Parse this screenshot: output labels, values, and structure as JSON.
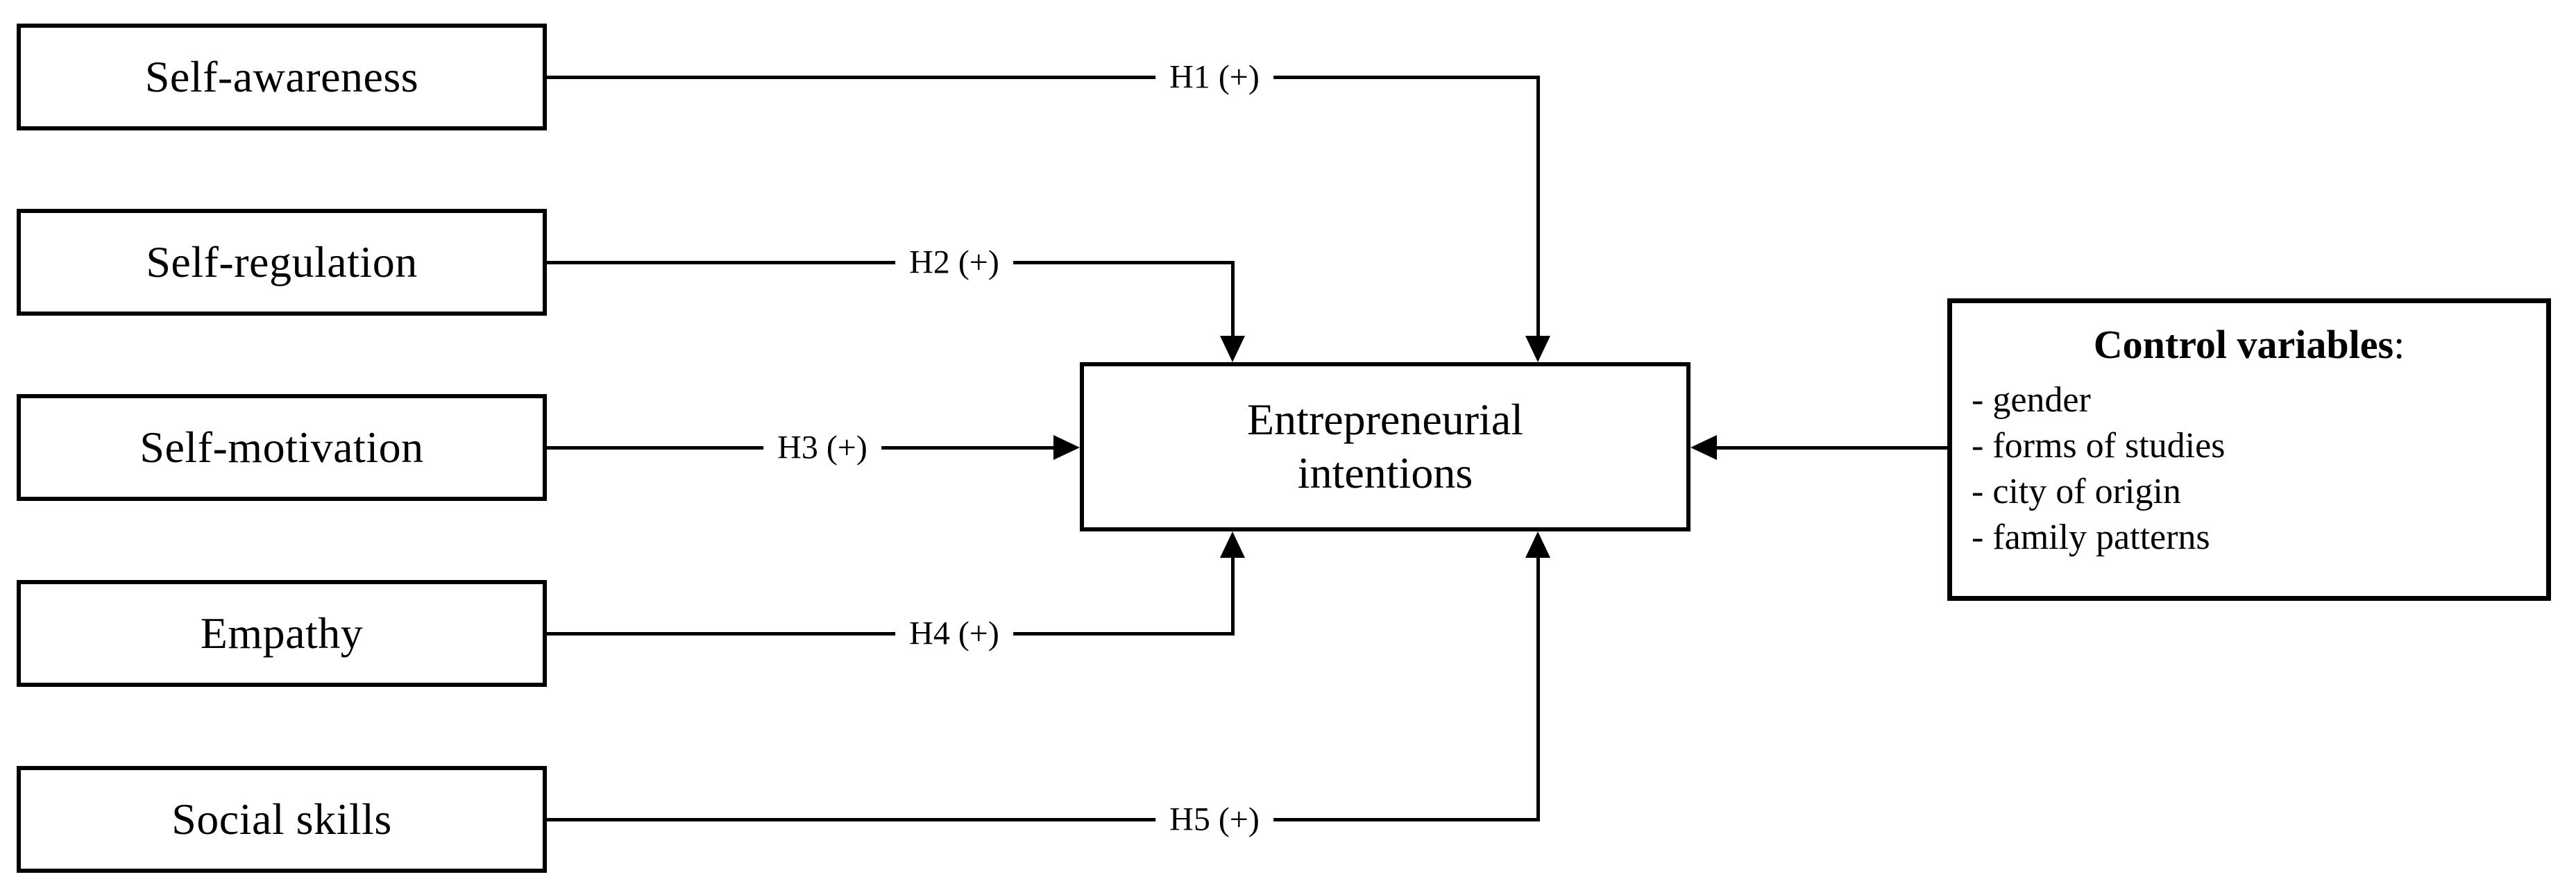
{
  "figure": {
    "predictors": [
      {
        "label": "Self-awareness",
        "hypothesis_label": "H1 (+)"
      },
      {
        "label": "Self-regulation",
        "hypothesis_label": "H2 (+)"
      },
      {
        "label": "Self-motivation",
        "hypothesis_label": "H3 (+)"
      },
      {
        "label": "Empathy",
        "hypothesis_label": "H4 (+)"
      },
      {
        "label": "Social skills",
        "hypothesis_label": "H5 (+)"
      }
    ],
    "outcome": {
      "line1": "Entrepreneurial",
      "line2": "intentions"
    },
    "control_box": {
      "title": "Control variables",
      "colon": ":",
      "items": [
        "- gender",
        "- forms of studies",
        "- city of origin",
        "- family patterns"
      ]
    },
    "colors": {
      "line": "#000000",
      "background": "#ffffff",
      "text": "#000000"
    }
  }
}
